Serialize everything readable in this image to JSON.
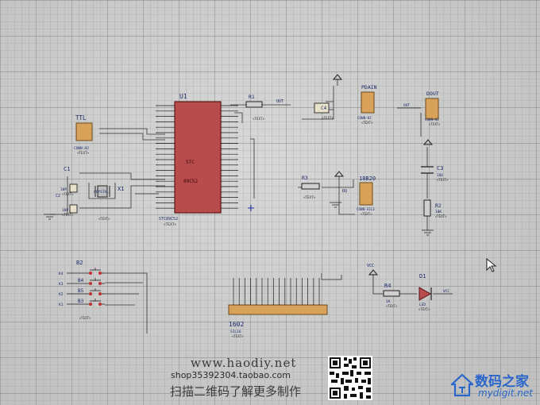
{
  "components": {
    "u1": {
      "ref": "U1",
      "chip_text": "STC",
      "chip_part": "89C52",
      "footer": "STC89C52",
      "footer_text": "<TEXT>"
    },
    "ttl": {
      "ref": "TTL",
      "type": "CONN-H2",
      "text": "<TEXT>"
    },
    "r1": {
      "ref": "R1",
      "sub": "<TEXT>",
      "net": "OUT"
    },
    "c4": {
      "ref": "C4",
      "sub": "<TEXT>"
    },
    "pdain": {
      "ref": "PDAIN",
      "type": "CONN-H2",
      "text": "<TEXT>"
    },
    "dout": {
      "ref": "DOUT",
      "type": "CONN-H2",
      "text": "<TEXT>",
      "net": "OUT"
    },
    "c1": {
      "ref": "C1",
      "val": "30P",
      "text": "<TEXT>"
    },
    "x1": {
      "ref": "X1",
      "type": "CRYSTAL",
      "text": "<TEXT>"
    },
    "c2": {
      "ref": "C2",
      "val": "30P",
      "text": "<TEXT>"
    },
    "r3": {
      "ref": "R3",
      "sub": "<TEXT>"
    },
    "ds18b20": {
      "ref": "18B20",
      "type": "CONN-SIL3",
      "text": "<TEXT>"
    },
    "c3": {
      "ref": "C3",
      "val": "10U",
      "text": "<TEXT>"
    },
    "r2": {
      "ref": "R2",
      "val": "10K",
      "text": "<TEXT>"
    },
    "buttons": {
      "ref": "B2",
      "items": [
        "K4",
        "K3",
        "K2",
        "K1"
      ],
      "labels": [
        "B2",
        "B4",
        "B5",
        "B3"
      ],
      "text": "<TEXT>"
    },
    "lcd": {
      "ref": "1602",
      "sub": "SIL16",
      "text": "<TEXT>"
    },
    "r4": {
      "ref": "R4",
      "val": "1K",
      "text": "<TEXT>"
    },
    "d1": {
      "ref": "D1",
      "type": "LED",
      "text": "<TEXT>",
      "net": "VCC"
    },
    "vcc_label": "VCC",
    "dq_label": "DQ"
  },
  "watermark": {
    "url": "www.haodiy.net",
    "shop": "shop35392304.taobao.com",
    "caption": "扫描二维码了解更多制作"
  },
  "site_logo": {
    "cn": "数码之家",
    "en": "mydigit.net"
  }
}
